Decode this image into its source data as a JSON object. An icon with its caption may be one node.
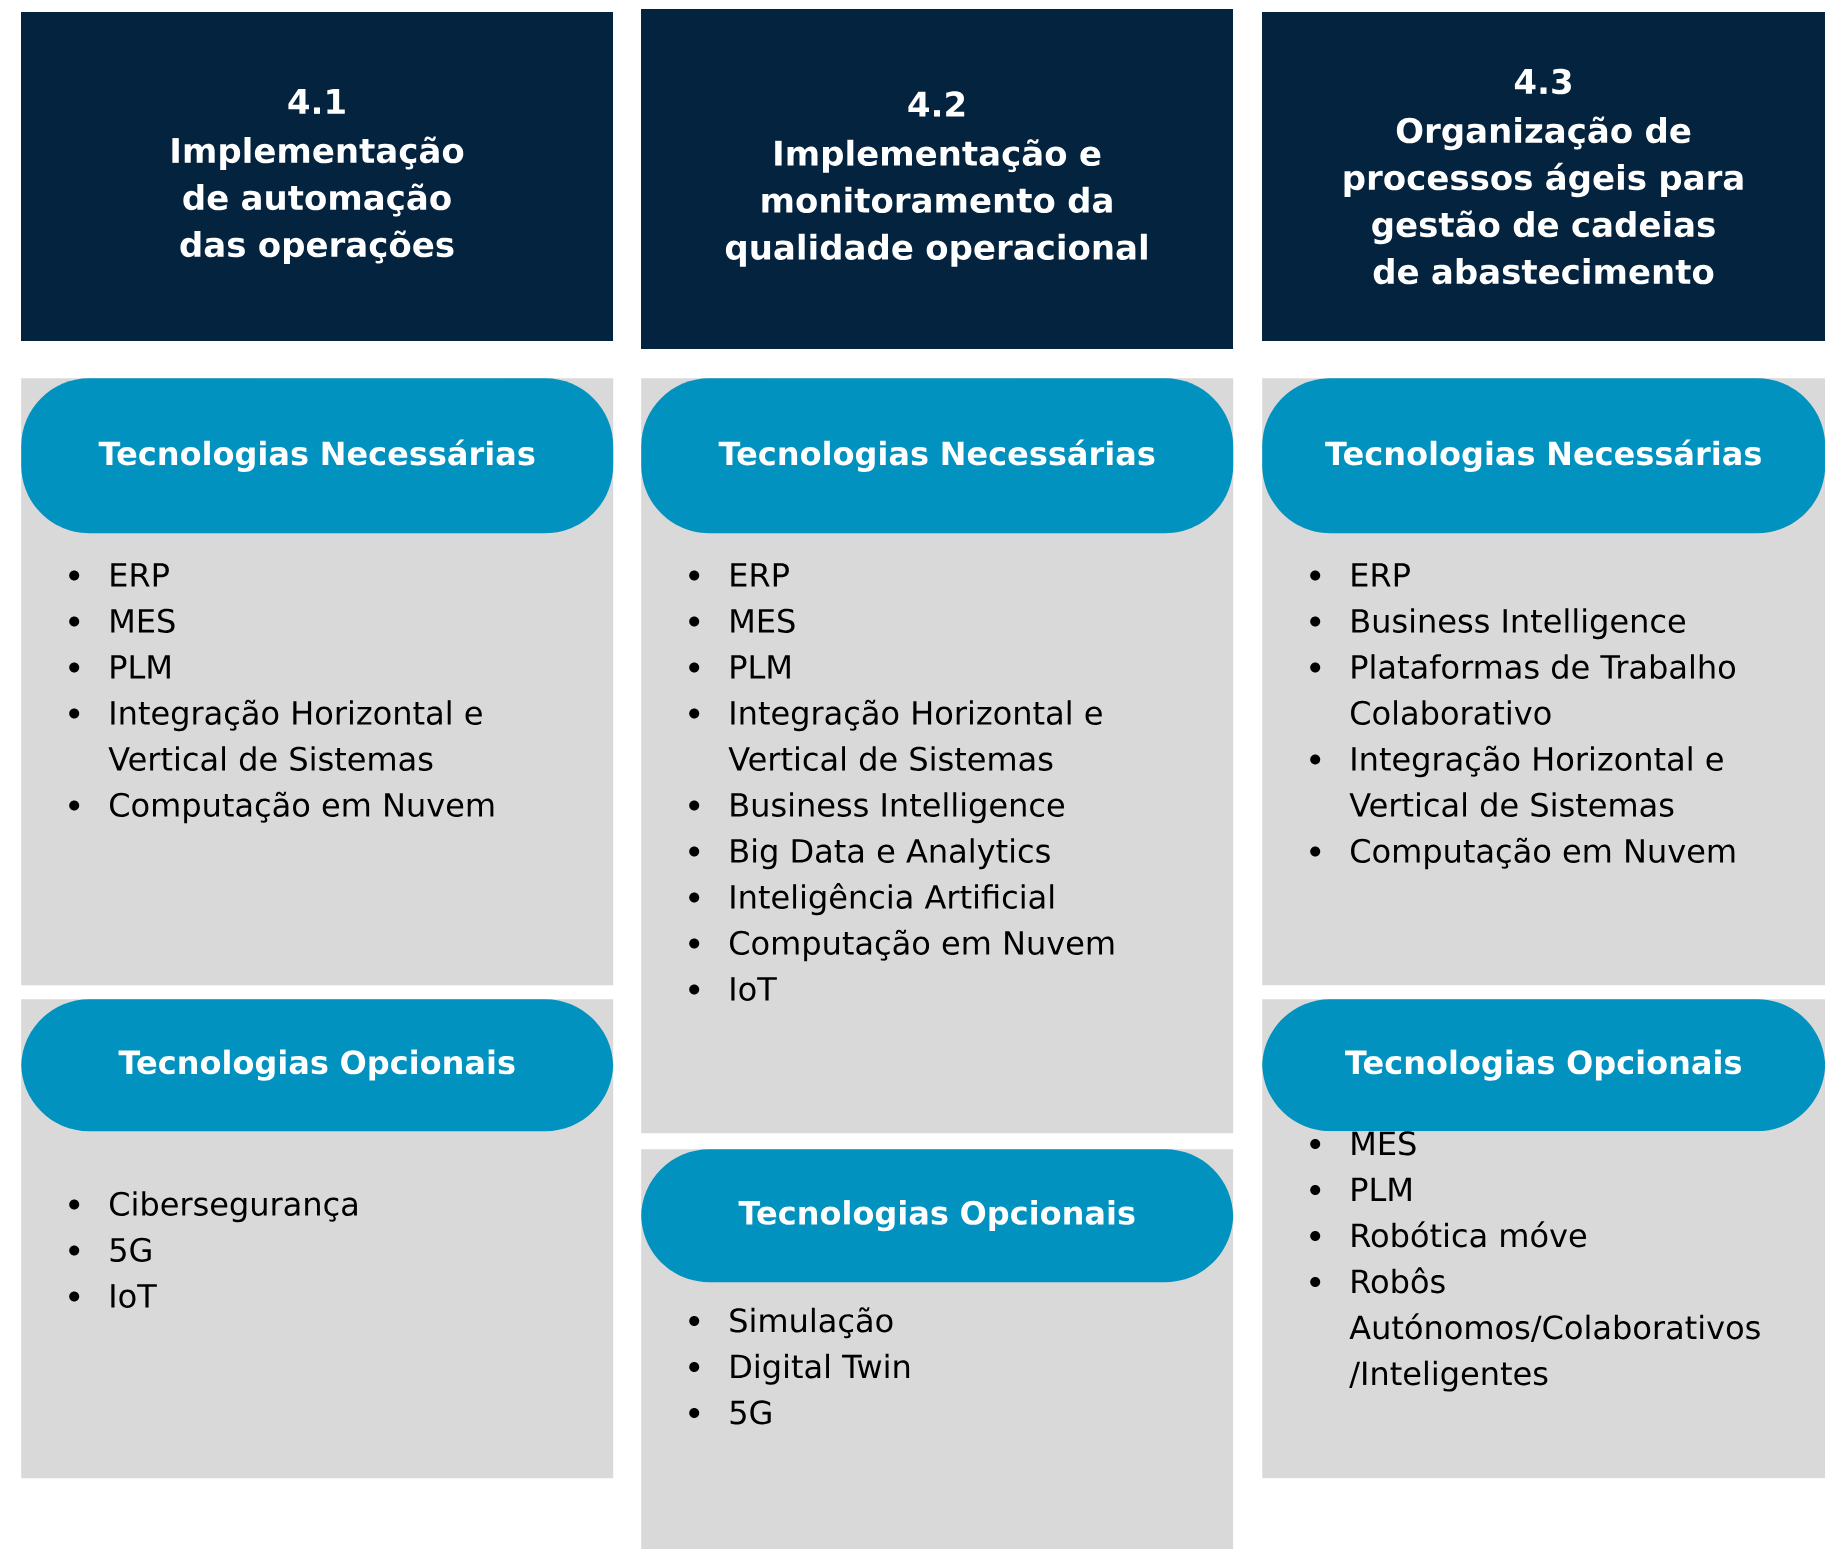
{
  "diagram": {
    "nodes": [
      {
        "text": [
          "4.1",
          "Implementação de automação das operações"
        ]
      },
      {
        "text": [
          "ERP",
          "MES",
          "PLM",
          "Integração Horizontal e Vertical de Sistemas",
          "Computação em Nuvem"
        ]
      },
      {
        "text": [
          "Tecnologias Necessárias"
        ],
        "in": 1
      },
      {
        "text": [
          "Cibersegurança",
          "5G",
          "IoT"
        ]
      },
      {
        "text": [
          "Tecnologias Opcionais"
        ],
        "in": 3
      },
      {
        "text": [
          "4.2",
          "Implementação e monitoramento da qualidade operacional"
        ]
      },
      {
        "text": [
          "ERP",
          "MES",
          "PLM",
          "Integração Horizontal e Vertical de Sistemas",
          "Business Intelligence",
          "Big Data e Analytics",
          "Inteligência Artificial",
          "Computação em Nuvem",
          "IoT"
        ]
      },
      {
        "text": [
          "Tecnologias Necessárias"
        ],
        "in": 6
      },
      {
        "text": [
          "Simulação",
          "Digital Twin",
          "5G"
        ]
      },
      {
        "text": [
          "Tecnologias Opcionais"
        ],
        "in": 8
      },
      {
        "text": [
          "4.3",
          "Organização de processos ágeis para gestão de cadeias de abastecimento"
        ]
      },
      {
        "text": [
          "ERP",
          "Business Intelligence",
          "Plataformas de Trabalho Colaborativo",
          "Integração Horizontal e Vertical de Sistemas",
          "Computação em Nuvem"
        ]
      },
      {
        "text": [
          "Tecnologias Necessárias"
        ],
        "in": 11
      },
      {
        "text": [
          "MES",
          "PLM",
          "Robótica móve",
          "Robôs Autónomos/Colaborativos /Inteligentes"
        ]
      },
      {
        "text": [
          "Tecnologias Opcionais"
        ],
        "in": 13
      }
    ]
  }
}
